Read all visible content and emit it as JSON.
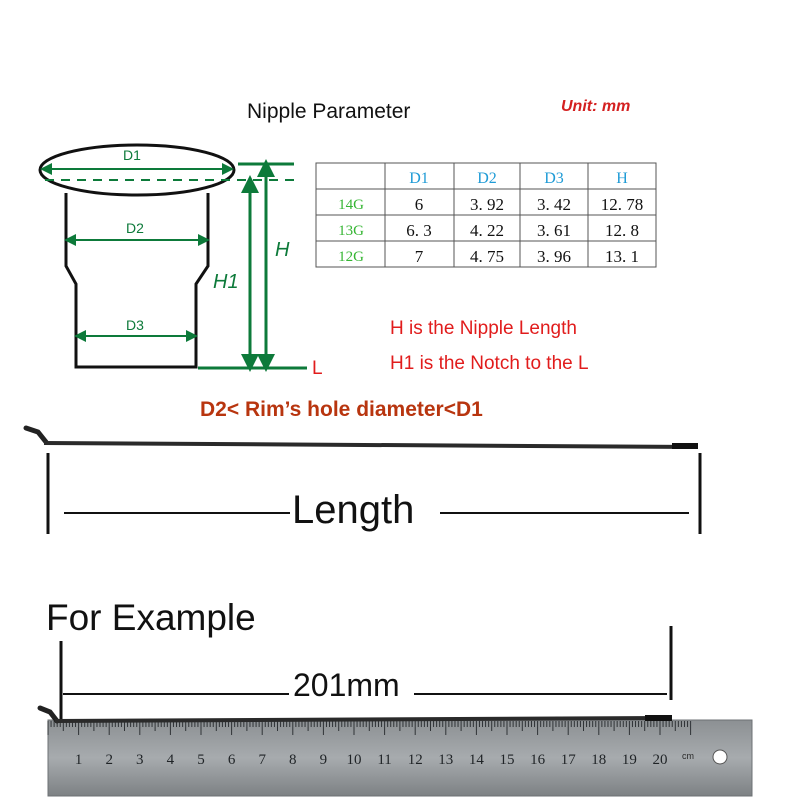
{
  "header": {
    "title": "Nipple Parameter",
    "unit": "Unit: mm"
  },
  "diagram": {
    "labels": {
      "d1": "D1",
      "d2": "D2",
      "d3": "D3",
      "h": "H",
      "h1": "H1",
      "l": "L"
    },
    "notes": {
      "h_desc": "H is the Nipple Length",
      "h1_desc": "H1 is the Notch to the L"
    },
    "condition": "D2< Rim’s hole diameter<D1"
  },
  "table": {
    "headers": [
      "",
      "D1",
      "D2",
      "D3",
      "H"
    ],
    "rows": [
      {
        "gauge": "14G",
        "values": [
          "6",
          "3. 92",
          "3. 42",
          "12. 78"
        ]
      },
      {
        "gauge": "13G",
        "values": [
          "6. 3",
          "4. 22",
          "3. 61",
          "12. 8"
        ]
      },
      {
        "gauge": "12G",
        "values": [
          "7",
          "4. 75",
          "3. 96",
          "13. 1"
        ]
      }
    ]
  },
  "spoke": {
    "length_label": "Length"
  },
  "example": {
    "title": "For Example",
    "measure": "201mm",
    "ruler_ticks": [
      "1",
      "2",
      "3",
      "4",
      "5",
      "6",
      "7",
      "8",
      "9",
      "10",
      "11",
      "12",
      "13",
      "14",
      "15",
      "16",
      "17",
      "18",
      "19",
      "20"
    ],
    "ruler_unit": "cm"
  },
  "colors": {
    "accent_green": "#0d7a3a",
    "accent_red": "#e11c1c",
    "header_blue": "#1f9bd6",
    "gauge_green": "#35b533"
  }
}
